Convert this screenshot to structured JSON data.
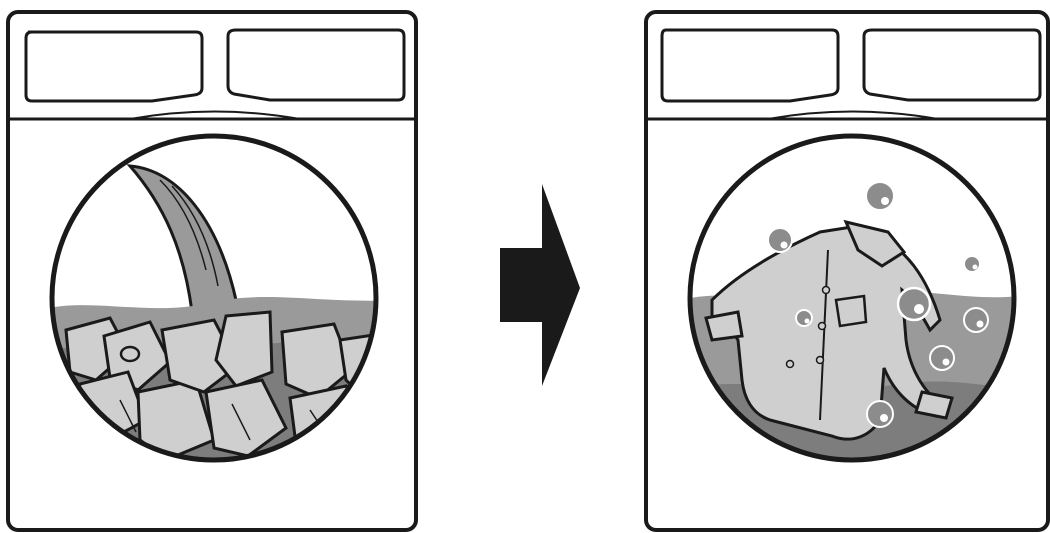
{
  "diagram": {
    "panels": [
      {
        "id": "before",
        "shows": [
          "water-stream-icon",
          "water-surface",
          "clothes-pile-icon"
        ]
      },
      {
        "id": "after",
        "shows": [
          "shirt-icon",
          "water-surface",
          "bubble-icon"
        ]
      }
    ],
    "arrow": {
      "icon": "right-arrow-icon",
      "direction": "right"
    },
    "colors": {
      "outline": "#1a1a1a",
      "background": "#ffffff",
      "water": "#9a9a9a",
      "water_dark": "#7d7d7d",
      "cloth": "#cfcfcf",
      "bubble": "#8c8c8c"
    }
  }
}
